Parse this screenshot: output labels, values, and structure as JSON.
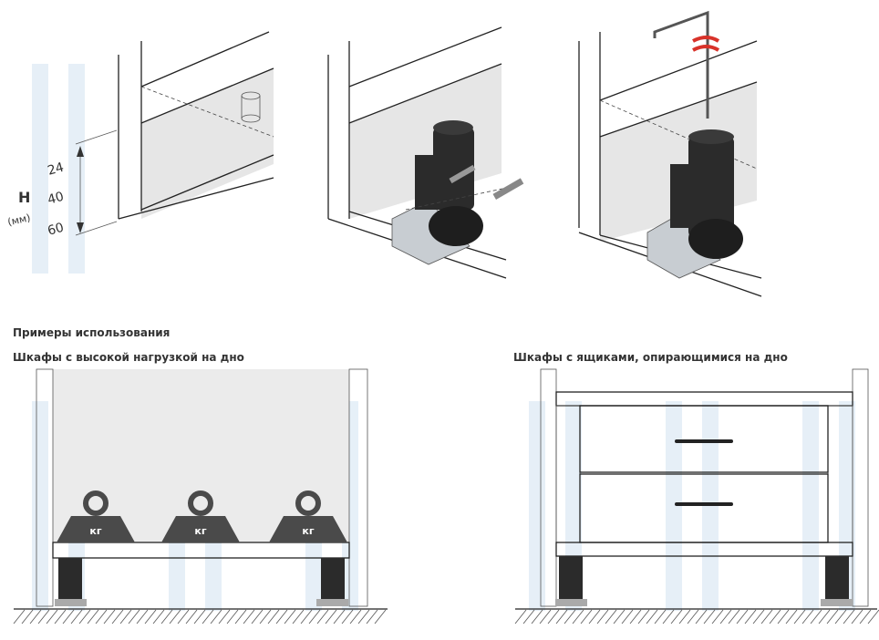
{
  "height_diagram": {
    "label": "H",
    "unit": "(мм)",
    "values": [
      "24",
      "40",
      "60"
    ]
  },
  "section_title": "Примеры использования",
  "example_left": {
    "title": "Шкафы с высокой нагрузкой на дно",
    "weight_labels": [
      "кг",
      "кг",
      "кг"
    ]
  },
  "example_right": {
    "title": "Шкафы с ящиками, опирающимися на дно"
  },
  "colors": {
    "panel_gray": "#e6e6e6",
    "foot_dark": "#2b2b2b",
    "weight_gray": "#4a4a4a",
    "watermark": "#dce9f5",
    "accent_red": "#d8322a"
  }
}
